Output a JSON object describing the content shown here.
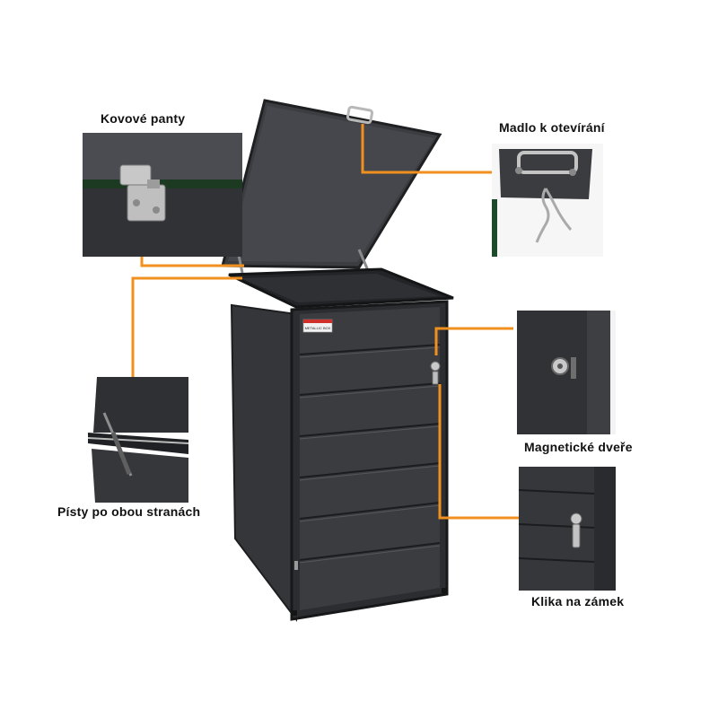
{
  "captions": {
    "hinges": "Kovové panty",
    "handle": "Madlo k otevírání",
    "magnetic_door": "Magnetické dveře",
    "pistons": "Písty po obou stranách",
    "lock_handle": "Klika na zámek"
  },
  "product_label": "METALLIC BOX",
  "colors": {
    "accent_orange": "#f0901e",
    "cabinet_dark": "#3a3c40",
    "background": "#ffffff"
  }
}
